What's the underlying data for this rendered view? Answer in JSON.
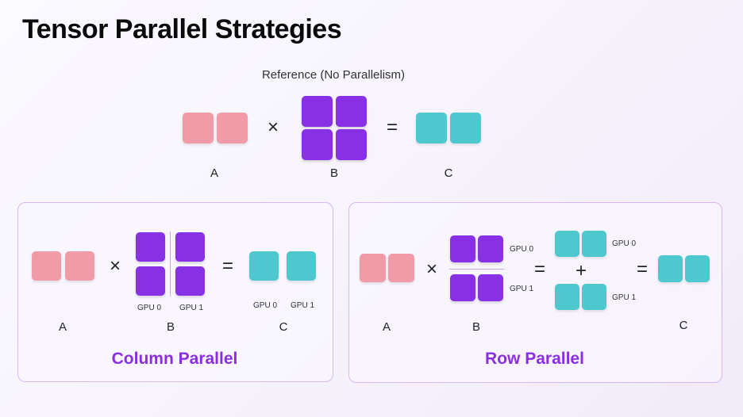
{
  "title": "Tensor Parallel Strategies",
  "reference": {
    "subtitle": "Reference (No Parallelism)",
    "labels": {
      "a": "A",
      "b": "B",
      "c": "C"
    },
    "ops": {
      "times": "×",
      "equals": "="
    }
  },
  "column_parallel": {
    "title": "Column Parallel",
    "labels": {
      "a": "A",
      "b": "B",
      "c": "C"
    },
    "gpu": [
      "GPU 0",
      "GPU 1"
    ],
    "ops": {
      "times": "×",
      "equals": "="
    }
  },
  "row_parallel": {
    "title": "Row Parallel",
    "labels": {
      "a": "A",
      "b": "B",
      "c": "C"
    },
    "gpu": [
      "GPU 0",
      "GPU 1"
    ],
    "ops": {
      "times": "×",
      "equals": "=",
      "plus": "+"
    }
  },
  "colors": {
    "pink": "#f19aa8",
    "purple": "#8730e6",
    "teal": "#4dc8cf",
    "accent": "#8a2ee0"
  }
}
